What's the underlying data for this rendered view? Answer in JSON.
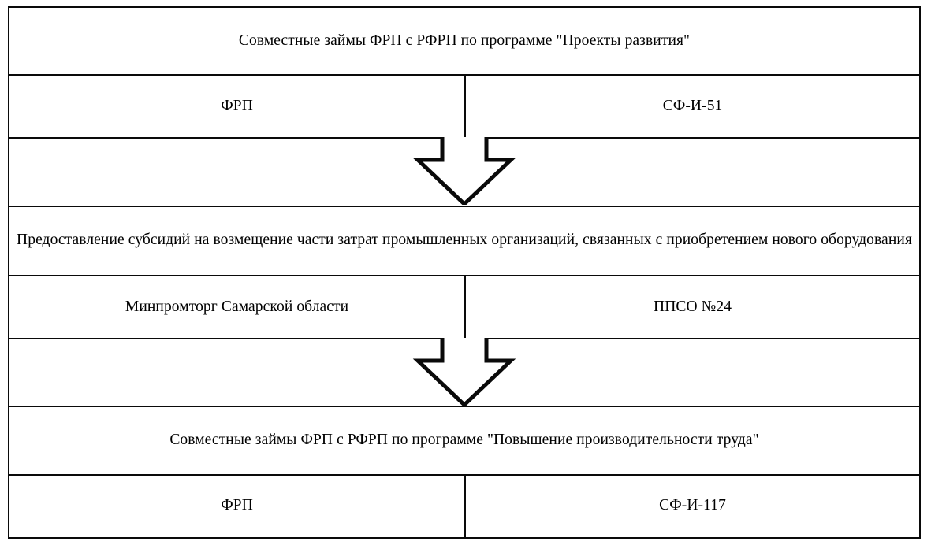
{
  "diagram": {
    "type": "flowchart",
    "orientation": "vertical",
    "border_color": "#0a0a0a",
    "background_color": "#ffffff",
    "arrow_icon": "down-block-arrow-icon",
    "blocks": [
      {
        "id": "block-1",
        "title": "Совместные займы ФРП с РФРП по программе \"Проекты развития\"",
        "organization": "ФРП",
        "code": "СФ-И-51"
      },
      {
        "id": "block-2",
        "title": "Предоставление субсидий на возмещение части затрат промышленных организаций, связанных с приобретением нового оборудования",
        "organization": "Минпромторг Самарской области",
        "code": "ППСО №24"
      },
      {
        "id": "block-3",
        "title": "Совместные займы ФРП с РФРП по программе \"Повышение производительности труда\"",
        "organization": "ФРП",
        "code": "СФ-И-117"
      }
    ],
    "connectors": [
      {
        "id": "connector-1",
        "from": "block-1",
        "to": "block-2",
        "shape": "down-arrow"
      },
      {
        "id": "connector-2",
        "from": "block-2",
        "to": "block-3",
        "shape": "down-arrow"
      }
    ]
  }
}
